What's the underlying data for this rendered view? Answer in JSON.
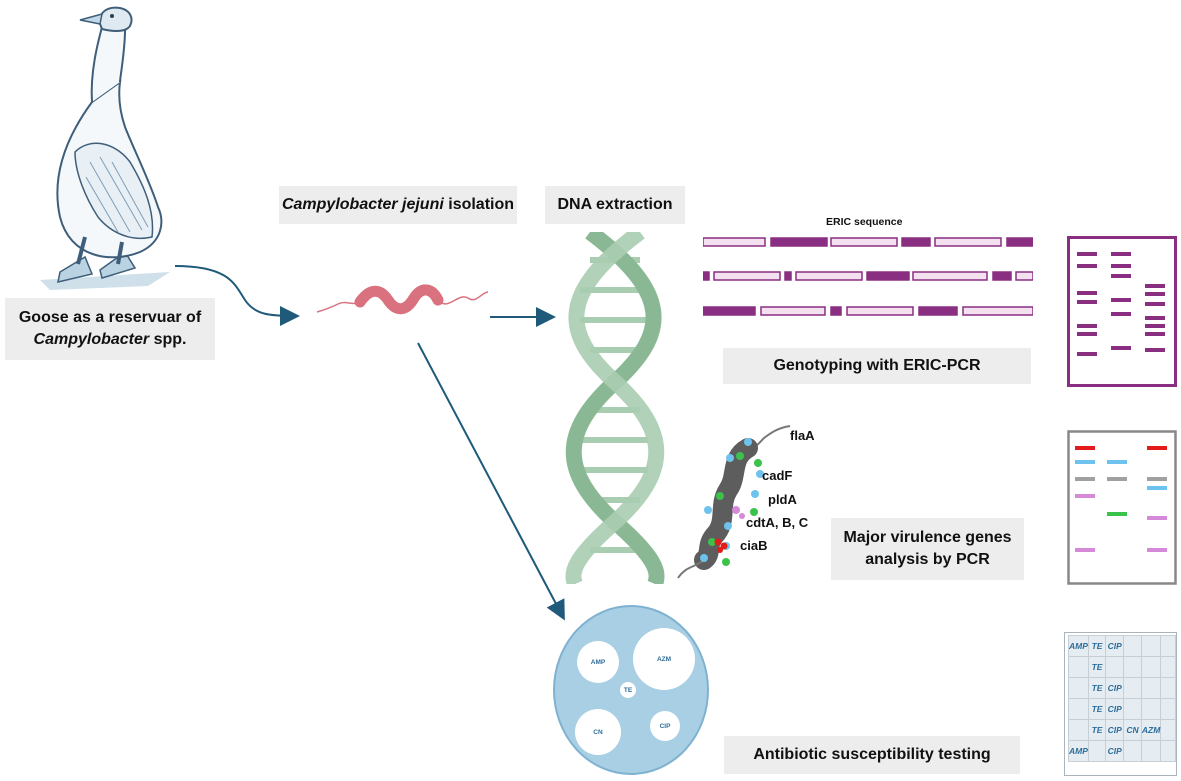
{
  "goose_label": {
    "line1": "Goose as a reservuar of",
    "line2_italic": "Campylobacter",
    "line2_rest": " spp."
  },
  "isolation_label": {
    "italic": "Campylobacter jejuni",
    "rest": " isolation"
  },
  "dna_label": "DNA extraction",
  "eric_sequence_label": "ERIC sequence",
  "genotyping_label": "Genotyping with ERIC-PCR",
  "virulence_label": {
    "line1": "Major virulence genes",
    "line2": "analysis by PCR"
  },
  "antibiotic_label": "Antibiotic susceptibility testing",
  "genes": [
    "flaA",
    "cadF",
    "pldA",
    "cdtA, B, C",
    "ciaB"
  ],
  "disk_labels": [
    "AMP",
    "AZM",
    "TE",
    "CN",
    "CIP"
  ],
  "ab_table": [
    [
      "AMP",
      "TE",
      "CIP",
      "",
      "",
      ""
    ],
    [
      "",
      "TE",
      "",
      "",
      "",
      ""
    ],
    [
      "",
      "TE",
      "CIP",
      "",
      "",
      ""
    ],
    [
      "",
      "TE",
      "CIP",
      "",
      "",
      ""
    ],
    [
      "",
      "TE",
      "CIP",
      "CN",
      "AZM",
      ""
    ],
    [
      "AMP",
      "",
      "CIP",
      "",
      "",
      ""
    ]
  ],
  "colors": {
    "arrow": "#1f5a7a",
    "eric": "#8a2e82",
    "dna": "#8ab894",
    "plate": "#a9cfe4",
    "bacterium": "#d9727e"
  }
}
